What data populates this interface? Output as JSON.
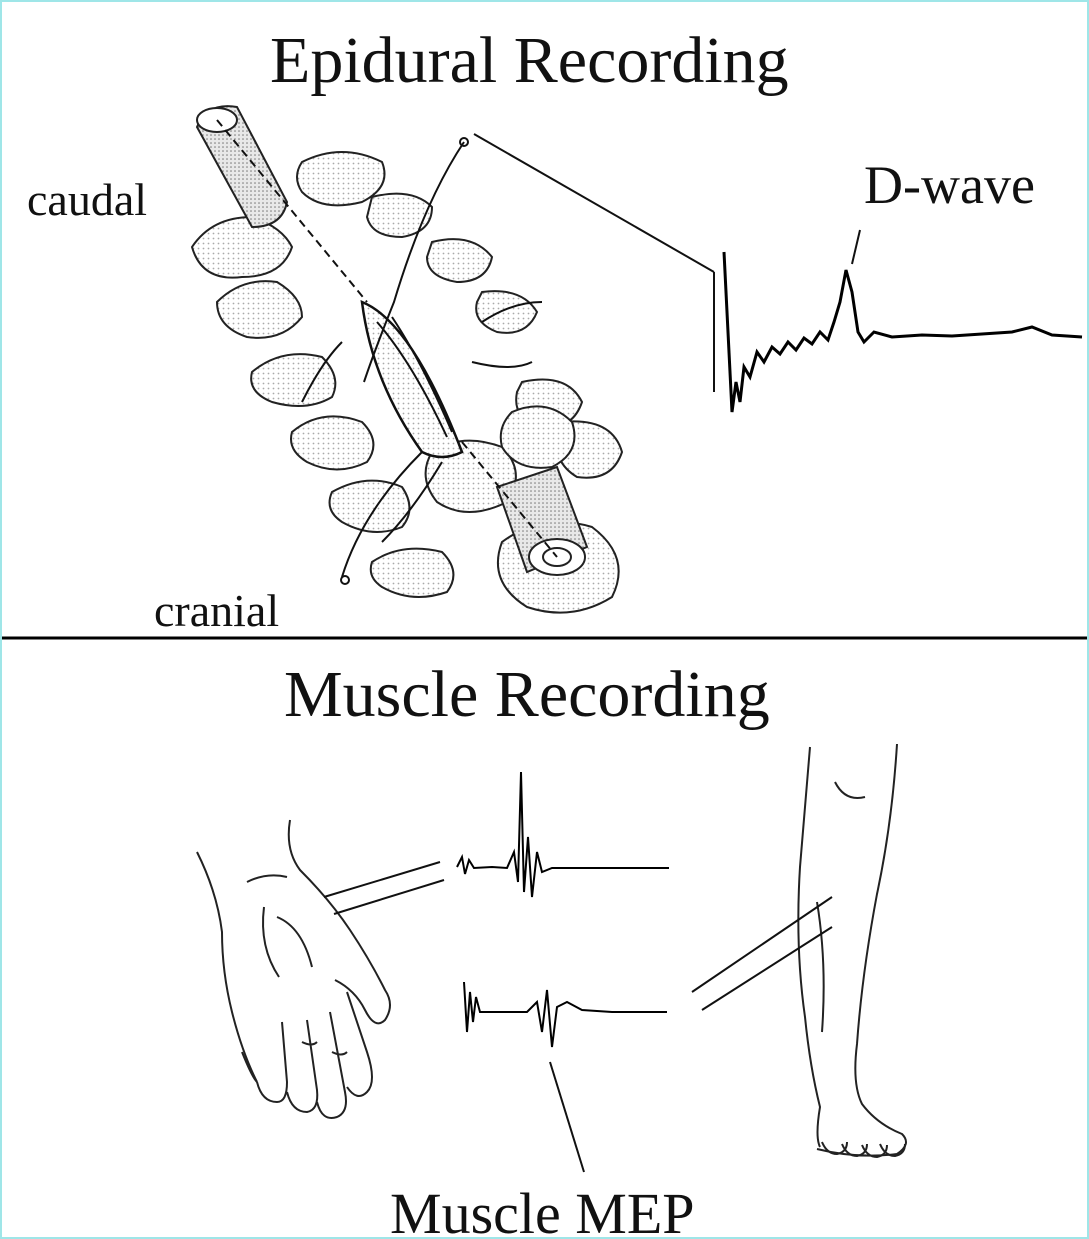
{
  "panels": {
    "epidural": {
      "title": "Epidural Recording",
      "label_caudal": "caudal",
      "label_cranial": "cranial",
      "label_dwave": "D-wave"
    },
    "muscle": {
      "title": "Muscle Recording",
      "label_mep": "Muscle MEP"
    }
  },
  "colors": {
    "frame_border": "#9fe6e8",
    "ink": "#111111",
    "stipple": "#d8d8d8"
  }
}
